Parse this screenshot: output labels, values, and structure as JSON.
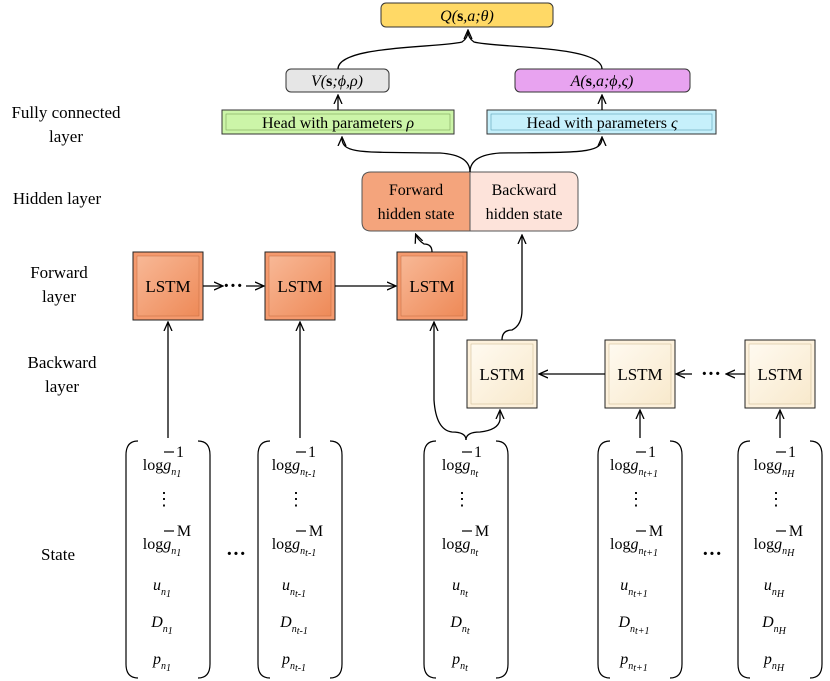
{
  "row_labels": {
    "fc_line1": "Fully connected",
    "fc_line2": "layer",
    "hidden": "Hidden layer",
    "forward_line1": "Forward",
    "forward_line2": "layer",
    "backward_line1": "Backward",
    "backward_line2": "layer",
    "state": "State"
  },
  "q_box": {
    "q": "Q(",
    "s": "s",
    "rest": ",a;θ)"
  },
  "v_box": {
    "v": "V(",
    "s": "s",
    "rest": ";ϕ,ρ)"
  },
  "a_box": {
    "a": "A(",
    "s": "s",
    "rest": ",a;ϕ,ς)"
  },
  "heads": {
    "rho_text": "Head with parameters",
    "rho_sym": "ρ",
    "varsigma_text": "Head with parameters",
    "varsigma_sym": "ς"
  },
  "hidden": {
    "forward_line1": "Forward",
    "forward_line2": "hidden state",
    "backward_line1": "Backward",
    "backward_line2": "hidden state"
  },
  "lstm_label": "LSTM",
  "ellipsis": "···",
  "state_ellipsis": "···",
  "state_vectors": [
    {
      "sub": "n₁",
      "sub_alt": "n1"
    },
    {
      "sub": "nₜ₋₁",
      "sub_alt": "nt-1"
    },
    {
      "sub": "nₜ",
      "sub_alt": "nt"
    },
    {
      "sub": "nₜ₊₁",
      "sub_alt": "nt+1"
    },
    {
      "sub": "n_H",
      "sub_alt": "nH"
    }
  ],
  "state_entries": {
    "log_g": "logg",
    "bar1": "1",
    "barM": "M",
    "vdots": "⋮",
    "u": "u",
    "D": "D",
    "p": "p"
  },
  "colors": {
    "q_fill": "#ffd966",
    "v_fill": "#e6e6e6",
    "a_fill": "#e8a3f0",
    "rho_fill": "#ccf5a8",
    "varsigma_fill": "#c6f0fb",
    "forward_hidden": "#f4a47c",
    "backward_hidden": "#fde3da",
    "forward_lstm": "#f59a6e",
    "backward_lstm": "#fdf1dc"
  }
}
